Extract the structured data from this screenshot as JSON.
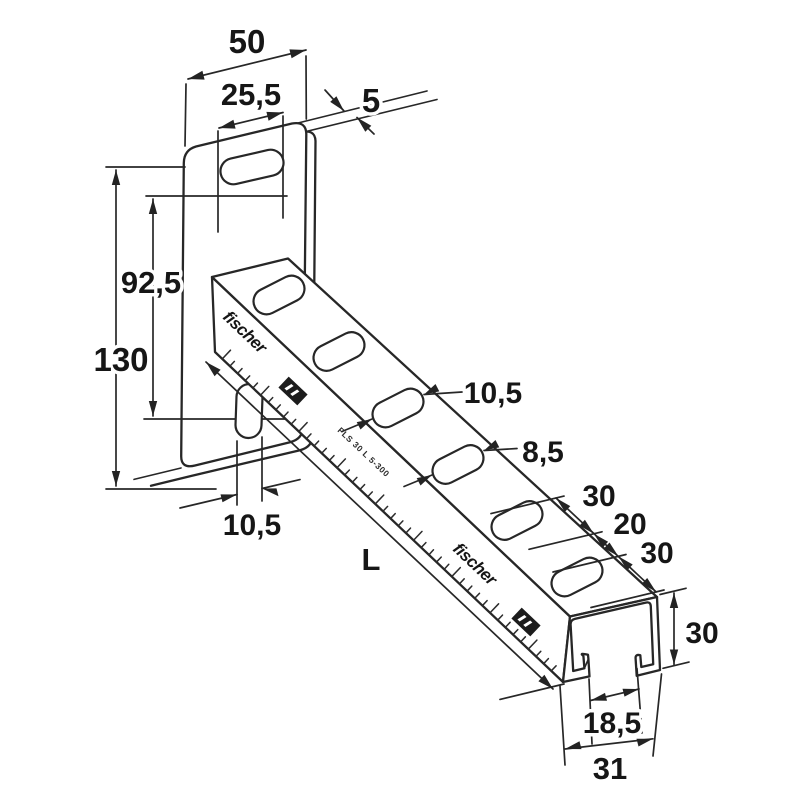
{
  "canvas": {
    "background": "#ffffff",
    "line_color": "#272727"
  },
  "drawing": {
    "brand_logo": "fischer",
    "side_marking": "FLS 30 L 5-300",
    "length_label": "L",
    "dims": {
      "plate_width": "50",
      "plate_slot_length": "25,5",
      "plate_thickness": "5",
      "slot_offset_height": "92,5",
      "plate_height": "130",
      "arm_slot_width": "10,5",
      "arm_slot_width_small": "8,5",
      "end_slot_length": "30",
      "end_slot_gap": "20",
      "end_slot_length_2": "30",
      "plate_bottom_slot_width": "10,5",
      "channel_height": "30",
      "channel_opening": "18,5",
      "channel_width": "31"
    }
  }
}
